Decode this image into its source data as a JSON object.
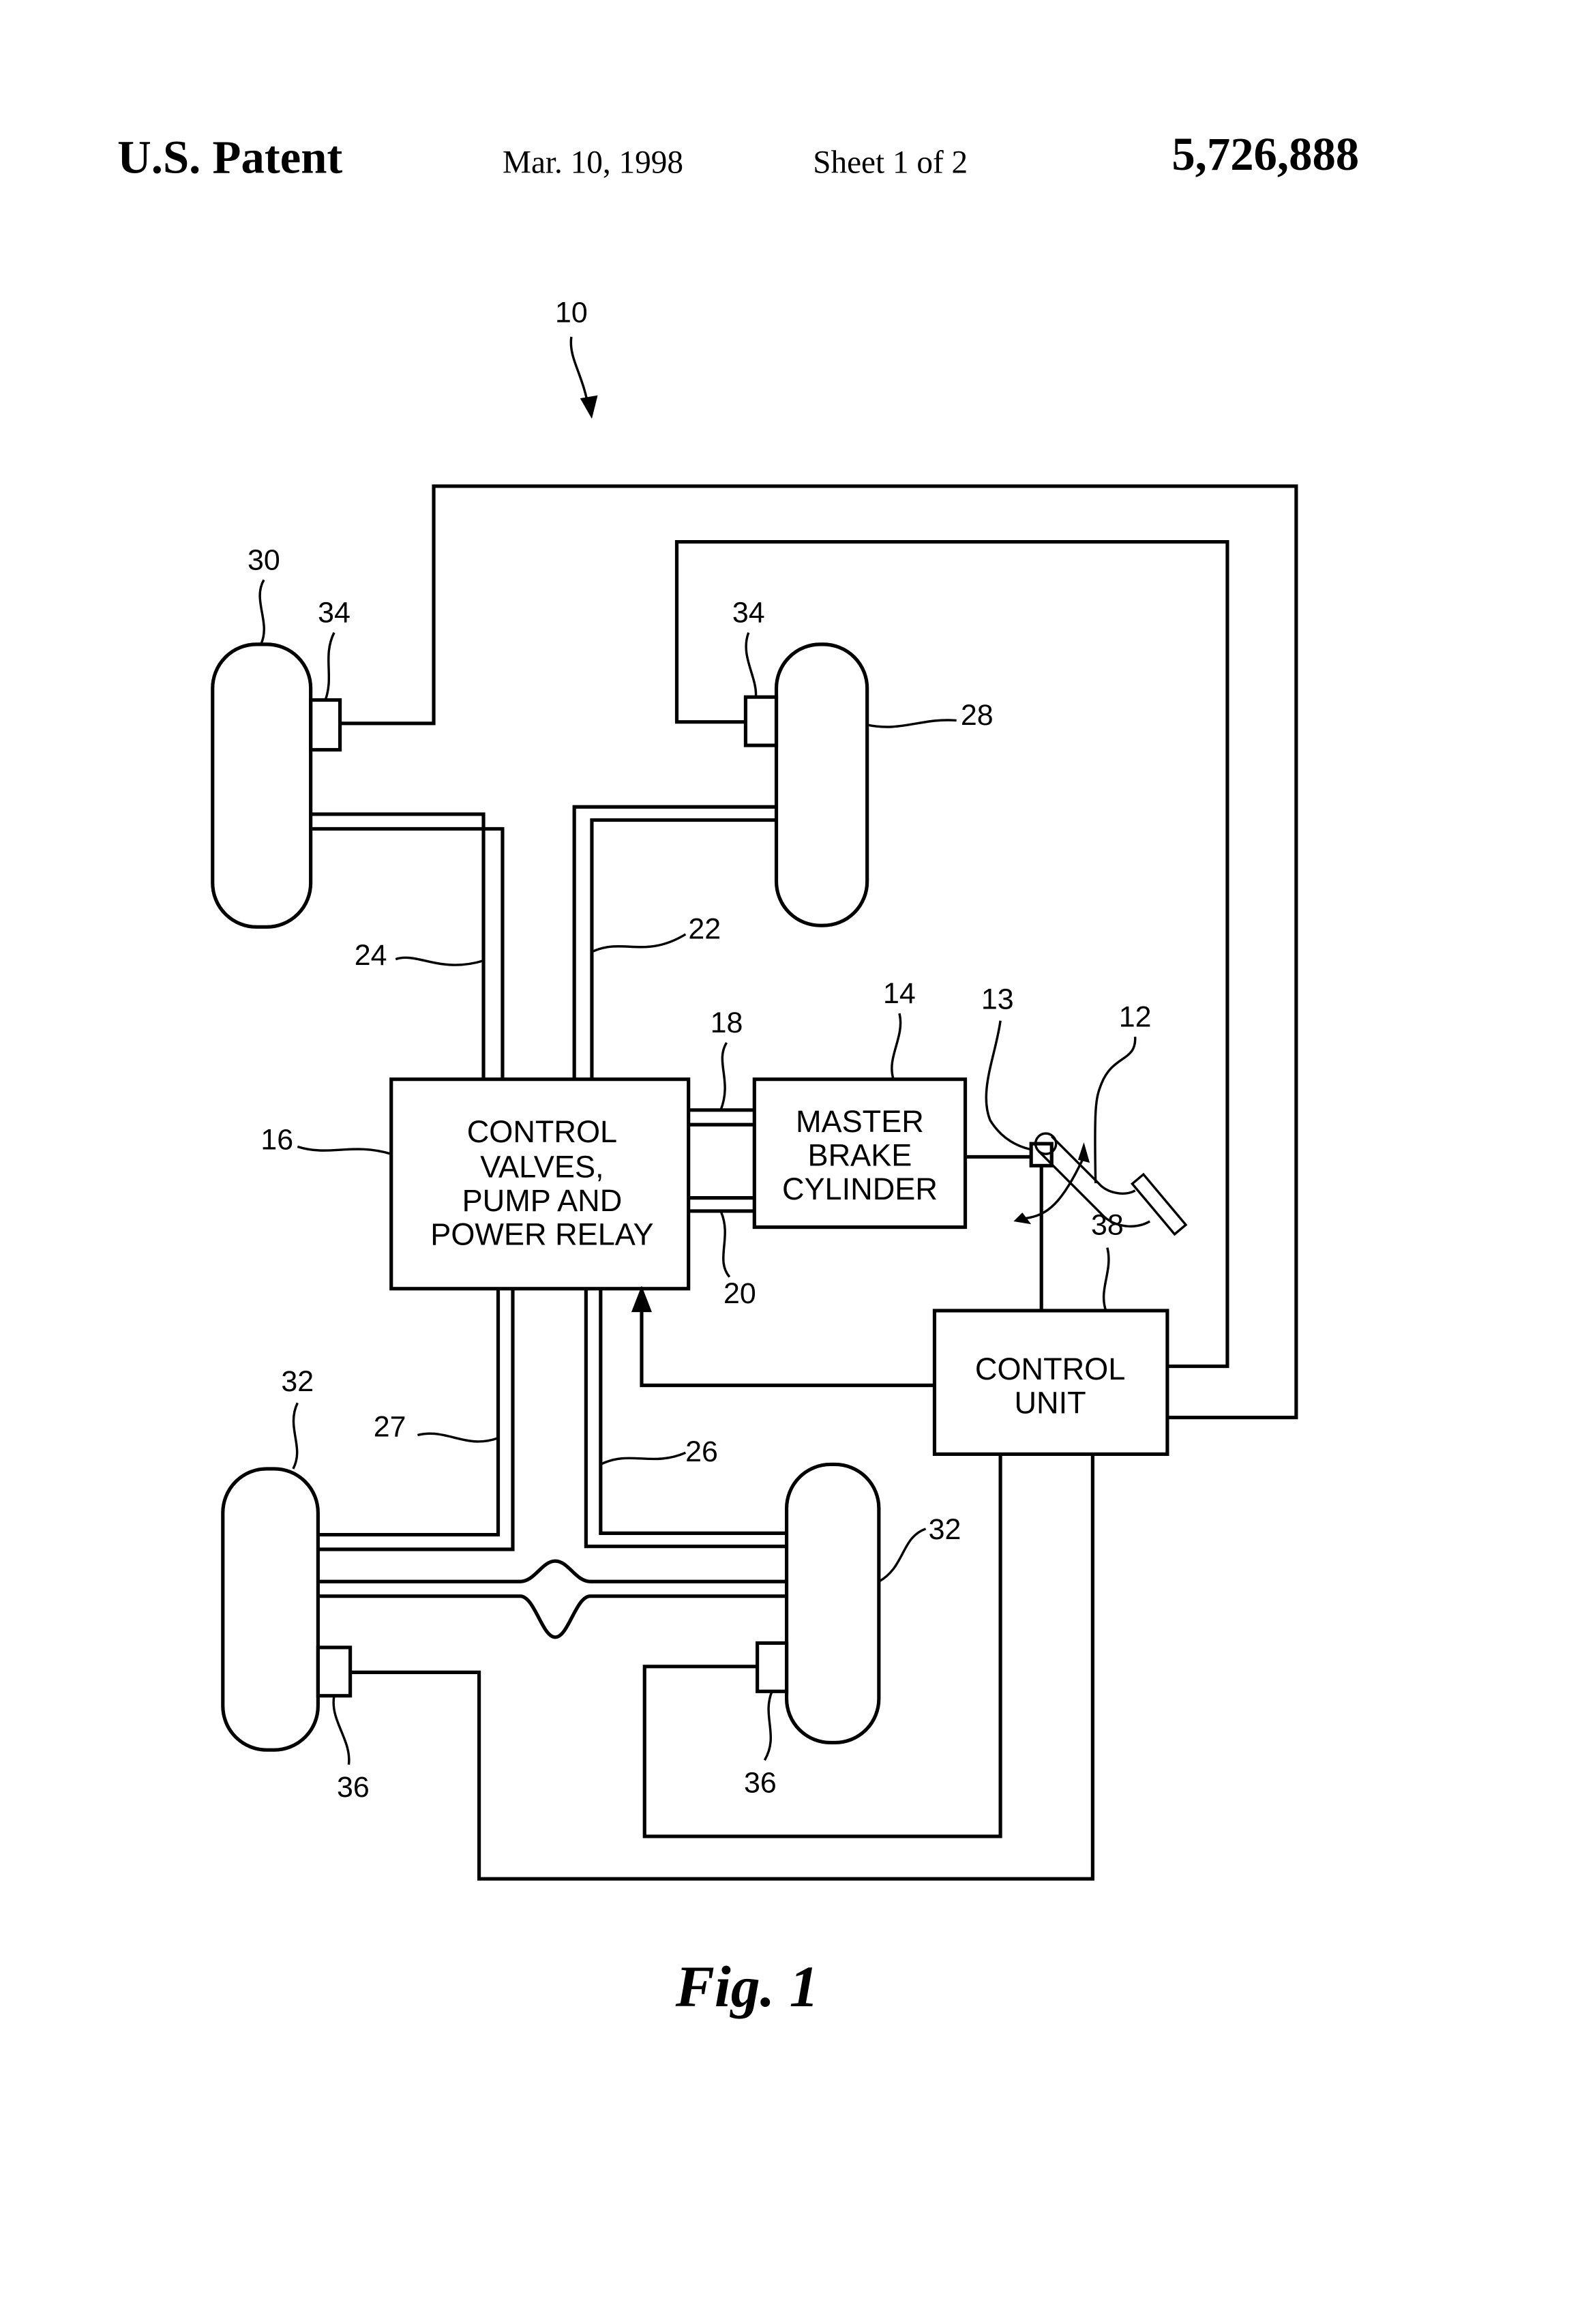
{
  "header": {
    "left": "U.S. Patent",
    "date": "Mar. 10, 1998",
    "sheet": "Sheet 1 of 2",
    "patent_number": "5,726,888"
  },
  "boxes": {
    "control_valves": [
      "CONTROL",
      "VALVES,",
      "PUMP AND",
      "POWER RELAY"
    ],
    "master_brake": [
      "MASTER",
      "BRAKE",
      "CYLINDER"
    ],
    "control_unit": [
      "CONTROL",
      "UNIT"
    ]
  },
  "refs": {
    "system": "10",
    "pedal": "12",
    "pedal_sensor": "13",
    "master_cylinder": "14",
    "control_valves": "16",
    "line_18": "18",
    "line_20": "20",
    "line_22": "22",
    "line_24": "24",
    "line_26": "26",
    "line_27": "27",
    "wheel_front_right": "28",
    "wheel_front_left": "30",
    "wheel_rear": "32",
    "front_sensor": "34",
    "rear_sensor": "36",
    "control_unit": "38"
  },
  "caption": "Fig. 1"
}
